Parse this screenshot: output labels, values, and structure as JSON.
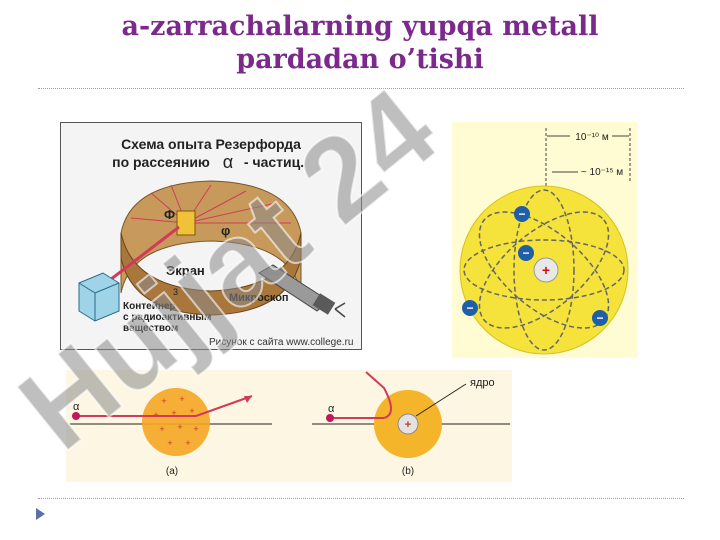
{
  "title_line1": "a-zarrachalarning yupqa metall",
  "title_line2": "pardadan o’tishi",
  "rutherford": {
    "heading_line1": "Схема опыта Резерфорда",
    "heading_line2": "по рассеянию",
    "alpha": "α",
    "heading_suffix": "- частиц.",
    "phi1": "Ф",
    "phi2": "φ",
    "screen": "Экран",
    "microscope": "Микроскоп",
    "container_line1": "Контейнер",
    "container_line2": "с радиоактивным",
    "container_line3": "веществом",
    "small_label": "3",
    "credit": "Рисунок с сайта www.college.ru"
  },
  "atom": {
    "size_atom": "10⁻¹⁰ м",
    "size_nucleus": "~ 10⁻¹⁵ м",
    "nucleus_sign": "+",
    "electron_sign": "−"
  },
  "scatter": {
    "alpha_a": "α",
    "alpha_b": "α",
    "nucleus_label": "ядро",
    "caption_a": "(a)",
    "caption_b": "(b)",
    "plus": "+"
  },
  "watermark": "Hujjat 24",
  "colors": {
    "title": "#7b2a8c",
    "ray": "#d23a5c",
    "sphere": "#f5a623",
    "electron": "#1f5ea8"
  }
}
